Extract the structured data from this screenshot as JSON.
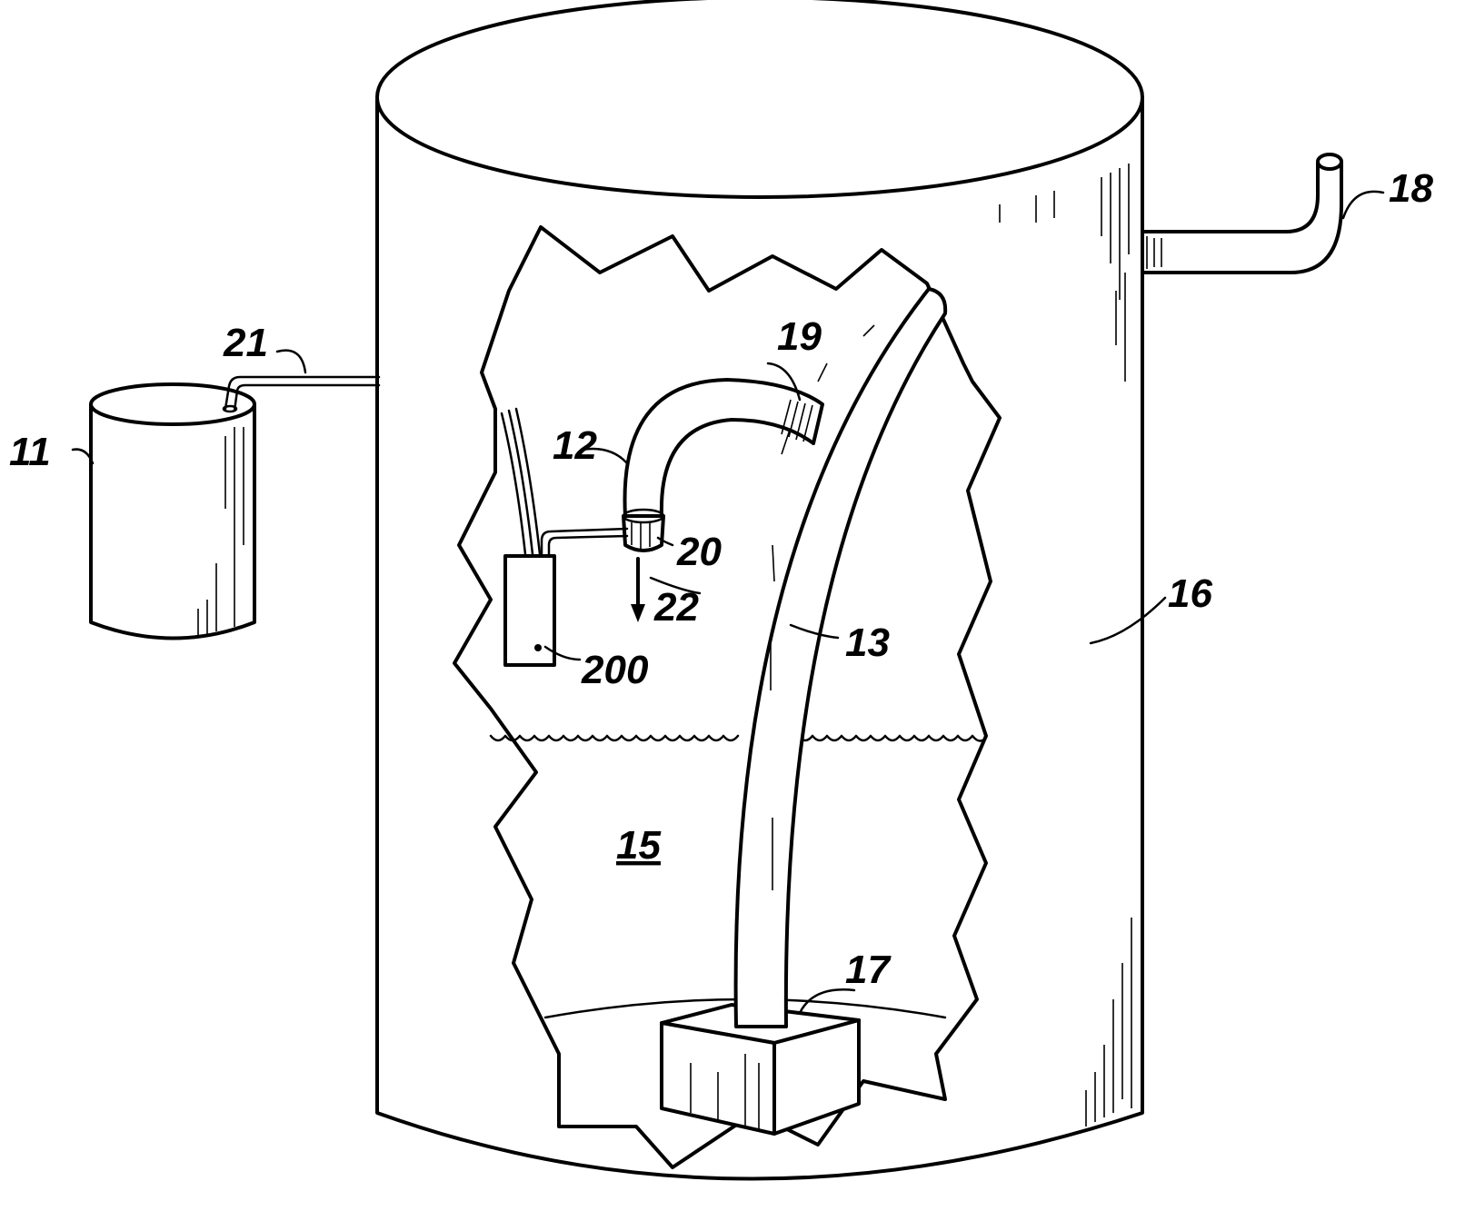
{
  "figure": {
    "labels": {
      "l11": "11",
      "l12": "12",
      "l13": "13",
      "l15": "15",
      "l16": "16",
      "l17": "17",
      "l18": "18",
      "l19": "19",
      "l20": "20",
      "l21": "21",
      "l22": "22",
      "l200": "200"
    }
  },
  "colors": {
    "ink": "#000000",
    "paper": "#ffffff"
  }
}
